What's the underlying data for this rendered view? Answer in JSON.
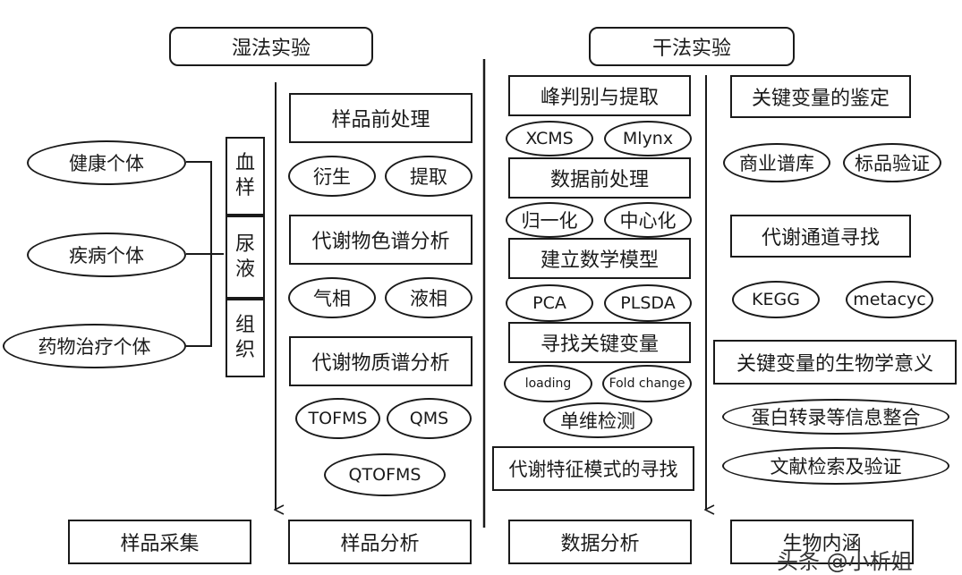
{
  "headers": {
    "wet": "湿法实验",
    "dry": "干法实验"
  },
  "subjects": [
    "健康个体",
    "疾病个体",
    "药物治疗个体"
  ],
  "samples": [
    "血样",
    "尿液",
    "组织"
  ],
  "sample_analysis": {
    "pretreatment": "样品前处理",
    "derivation": "衍生",
    "extraction": "提取",
    "chromatography": "代谢物色谱分析",
    "gas_phase": "气相",
    "liquid_phase": "液相",
    "mass_spec": "代谢物质谱分析",
    "tofms": "TOFMS",
    "qms": "QMS",
    "qtofms": "QTOFMS"
  },
  "data_analysis": {
    "peak": "峰判别与提取",
    "xcms": "XCMS",
    "mlynx": "Mlynx",
    "preprocess": "数据前处理",
    "normalize": "归一化",
    "center": "中心化",
    "model": "建立数学模型",
    "pca": "PCA",
    "plsda": "PLSDA",
    "key_vars": "寻找关键变量",
    "loading": "loading",
    "fold_change": "Fold change",
    "univariate": "单维检测",
    "pattern": "代谢特征模式的寻找"
  },
  "bio_meaning": {
    "identify": "关键变量的鉴定",
    "commercial_db": "商业谱库",
    "standard_verify": "标品验证",
    "pathway": "代谢通道寻找",
    "kegg": "KEGG",
    "metacyc": "metacyc",
    "significance": "关键变量的生物学意义",
    "protein": "蛋白转录等信息整合",
    "literature": "文献检索及验证"
  },
  "footer": [
    "样品采集",
    "样品分析",
    "数据分析",
    "生物内涵"
  ],
  "watermark": "头条 @小析姐"
}
